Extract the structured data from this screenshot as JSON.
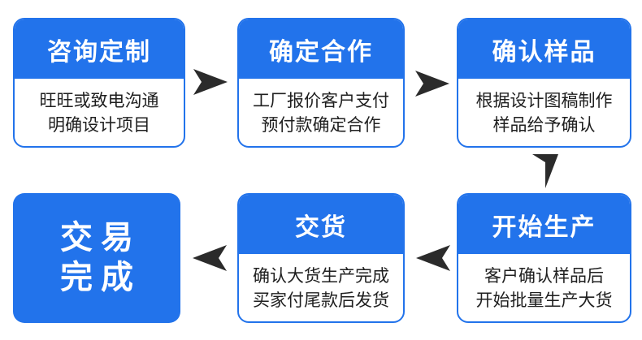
{
  "colors": {
    "primary_blue": "#2273eb",
    "arrow_dark": "#2b2b2b",
    "body_text": "#1f1f1f",
    "header_text": "#ffffff",
    "box_background": "#ffffff",
    "page_background": "#ffffff"
  },
  "steps": [
    {
      "title": "咨询定制",
      "desc_line1": "旺旺或致电沟通",
      "desc_line2": "明确设计项目"
    },
    {
      "title": "确定合作",
      "desc_line1": "工厂报价客户支付",
      "desc_line2": "预付款确定合作"
    },
    {
      "title": "确认样品",
      "desc_line1": "根据设计图稿制作",
      "desc_line2": "样品给予确认"
    },
    {
      "title": "开始生产",
      "desc_line1": "客户确认样品后",
      "desc_line2": "开始批量生产大货"
    },
    {
      "title": "交货",
      "desc_line1": "确认大货生产完成",
      "desc_line2": "买家付尾款后发货"
    },
    {
      "title_line1": "交易",
      "title_line2": "完成"
    }
  ],
  "icons": {
    "arrow_right": "notched-triangle-right",
    "arrow_left": "notched-triangle-left",
    "arrow_down": "notched-triangle-down"
  }
}
